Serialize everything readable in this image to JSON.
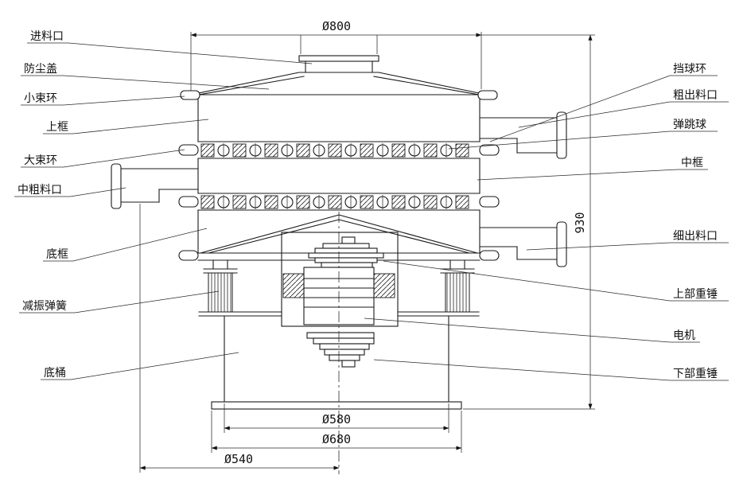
{
  "diagram": {
    "labels_left": [
      {
        "id": "feed-inlet",
        "text": "进料口"
      },
      {
        "id": "dust-cover",
        "text": "防尘盖"
      },
      {
        "id": "small-clamp-ring",
        "text": "小束环"
      },
      {
        "id": "upper-frame",
        "text": "上框"
      },
      {
        "id": "large-clamp-ring",
        "text": "大束环"
      },
      {
        "id": "mid-coarse-outlet",
        "text": "中粗料口"
      },
      {
        "id": "bottom-frame",
        "text": "底框"
      },
      {
        "id": "damping-spring",
        "text": "减振弹簧"
      },
      {
        "id": "bottom-barrel",
        "text": "底桶"
      }
    ],
    "labels_right": [
      {
        "id": "ball-stop-ring",
        "text": "挡球环"
      },
      {
        "id": "coarse-outlet",
        "text": "粗出料口"
      },
      {
        "id": "bouncing-ball",
        "text": "弹跳球"
      },
      {
        "id": "middle-frame",
        "text": "中框"
      },
      {
        "id": "fine-outlet",
        "text": "细出料口"
      },
      {
        "id": "upper-weight",
        "text": "上部重锤"
      },
      {
        "id": "motor",
        "text": "电机"
      },
      {
        "id": "lower-weight",
        "text": "下部重锤"
      }
    ],
    "dimensions": {
      "top_diameter": "Ø800",
      "overall_height": "930",
      "barrel_diameter": "Ø580",
      "base_flange_diameter": "Ø680",
      "outlet_circle_diameter": "Ø540"
    }
  }
}
